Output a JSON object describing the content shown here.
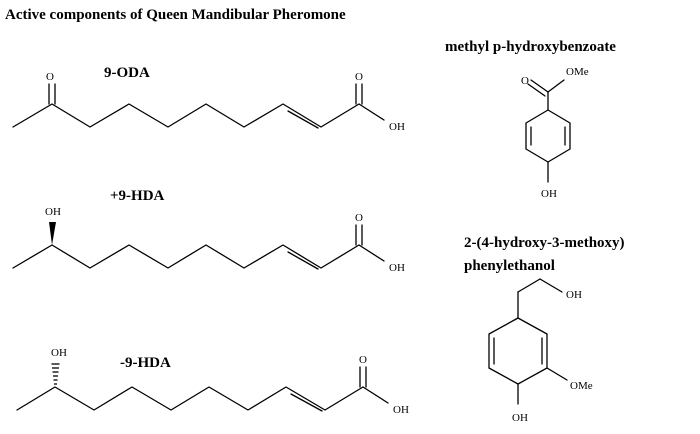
{
  "title": "Active components of Queen Mandibular Pheromone",
  "compounds": {
    "oda9": {
      "name": "9-ODA",
      "ketone_o": "O",
      "acid_o": "O",
      "acid_oh": "OH"
    },
    "hda9_plus": {
      "name": "+9-HDA",
      "hydroxyl": "OH",
      "acid_o": "O",
      "acid_oh": "OH"
    },
    "hda9_minus": {
      "name": "-9-HDA",
      "hydroxyl": "OH",
      "acid_o": "O",
      "acid_oh": "OH"
    },
    "methyl_hb": {
      "name": "methyl p-hydroxybenzoate",
      "ester_o": "O",
      "ester_ome": "OMe",
      "ring_oh": "OH"
    },
    "hvpe": {
      "name_line1": "2-(4-hydroxy-3-methoxy)",
      "name_line2": "phenylethanol",
      "chain_oh": "OH",
      "ring_ome": "OMe",
      "ring_oh": "OH"
    }
  }
}
